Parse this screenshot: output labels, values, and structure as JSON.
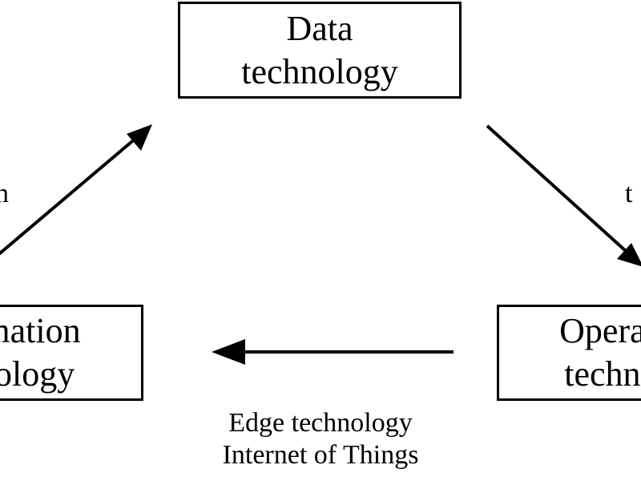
{
  "nodes": {
    "data": {
      "line1": "Data",
      "line2": "technology"
    },
    "information": {
      "line1": "Information",
      "line2": "technology"
    },
    "operational": {
      "line1": "Operational",
      "line2": "technology"
    }
  },
  "edges": {
    "info_to_ops_left_label": "n",
    "data_to_ops_label": "t",
    "ops_to_info": {
      "line1": "Edge technology",
      "line2": "Internet of Things"
    }
  }
}
